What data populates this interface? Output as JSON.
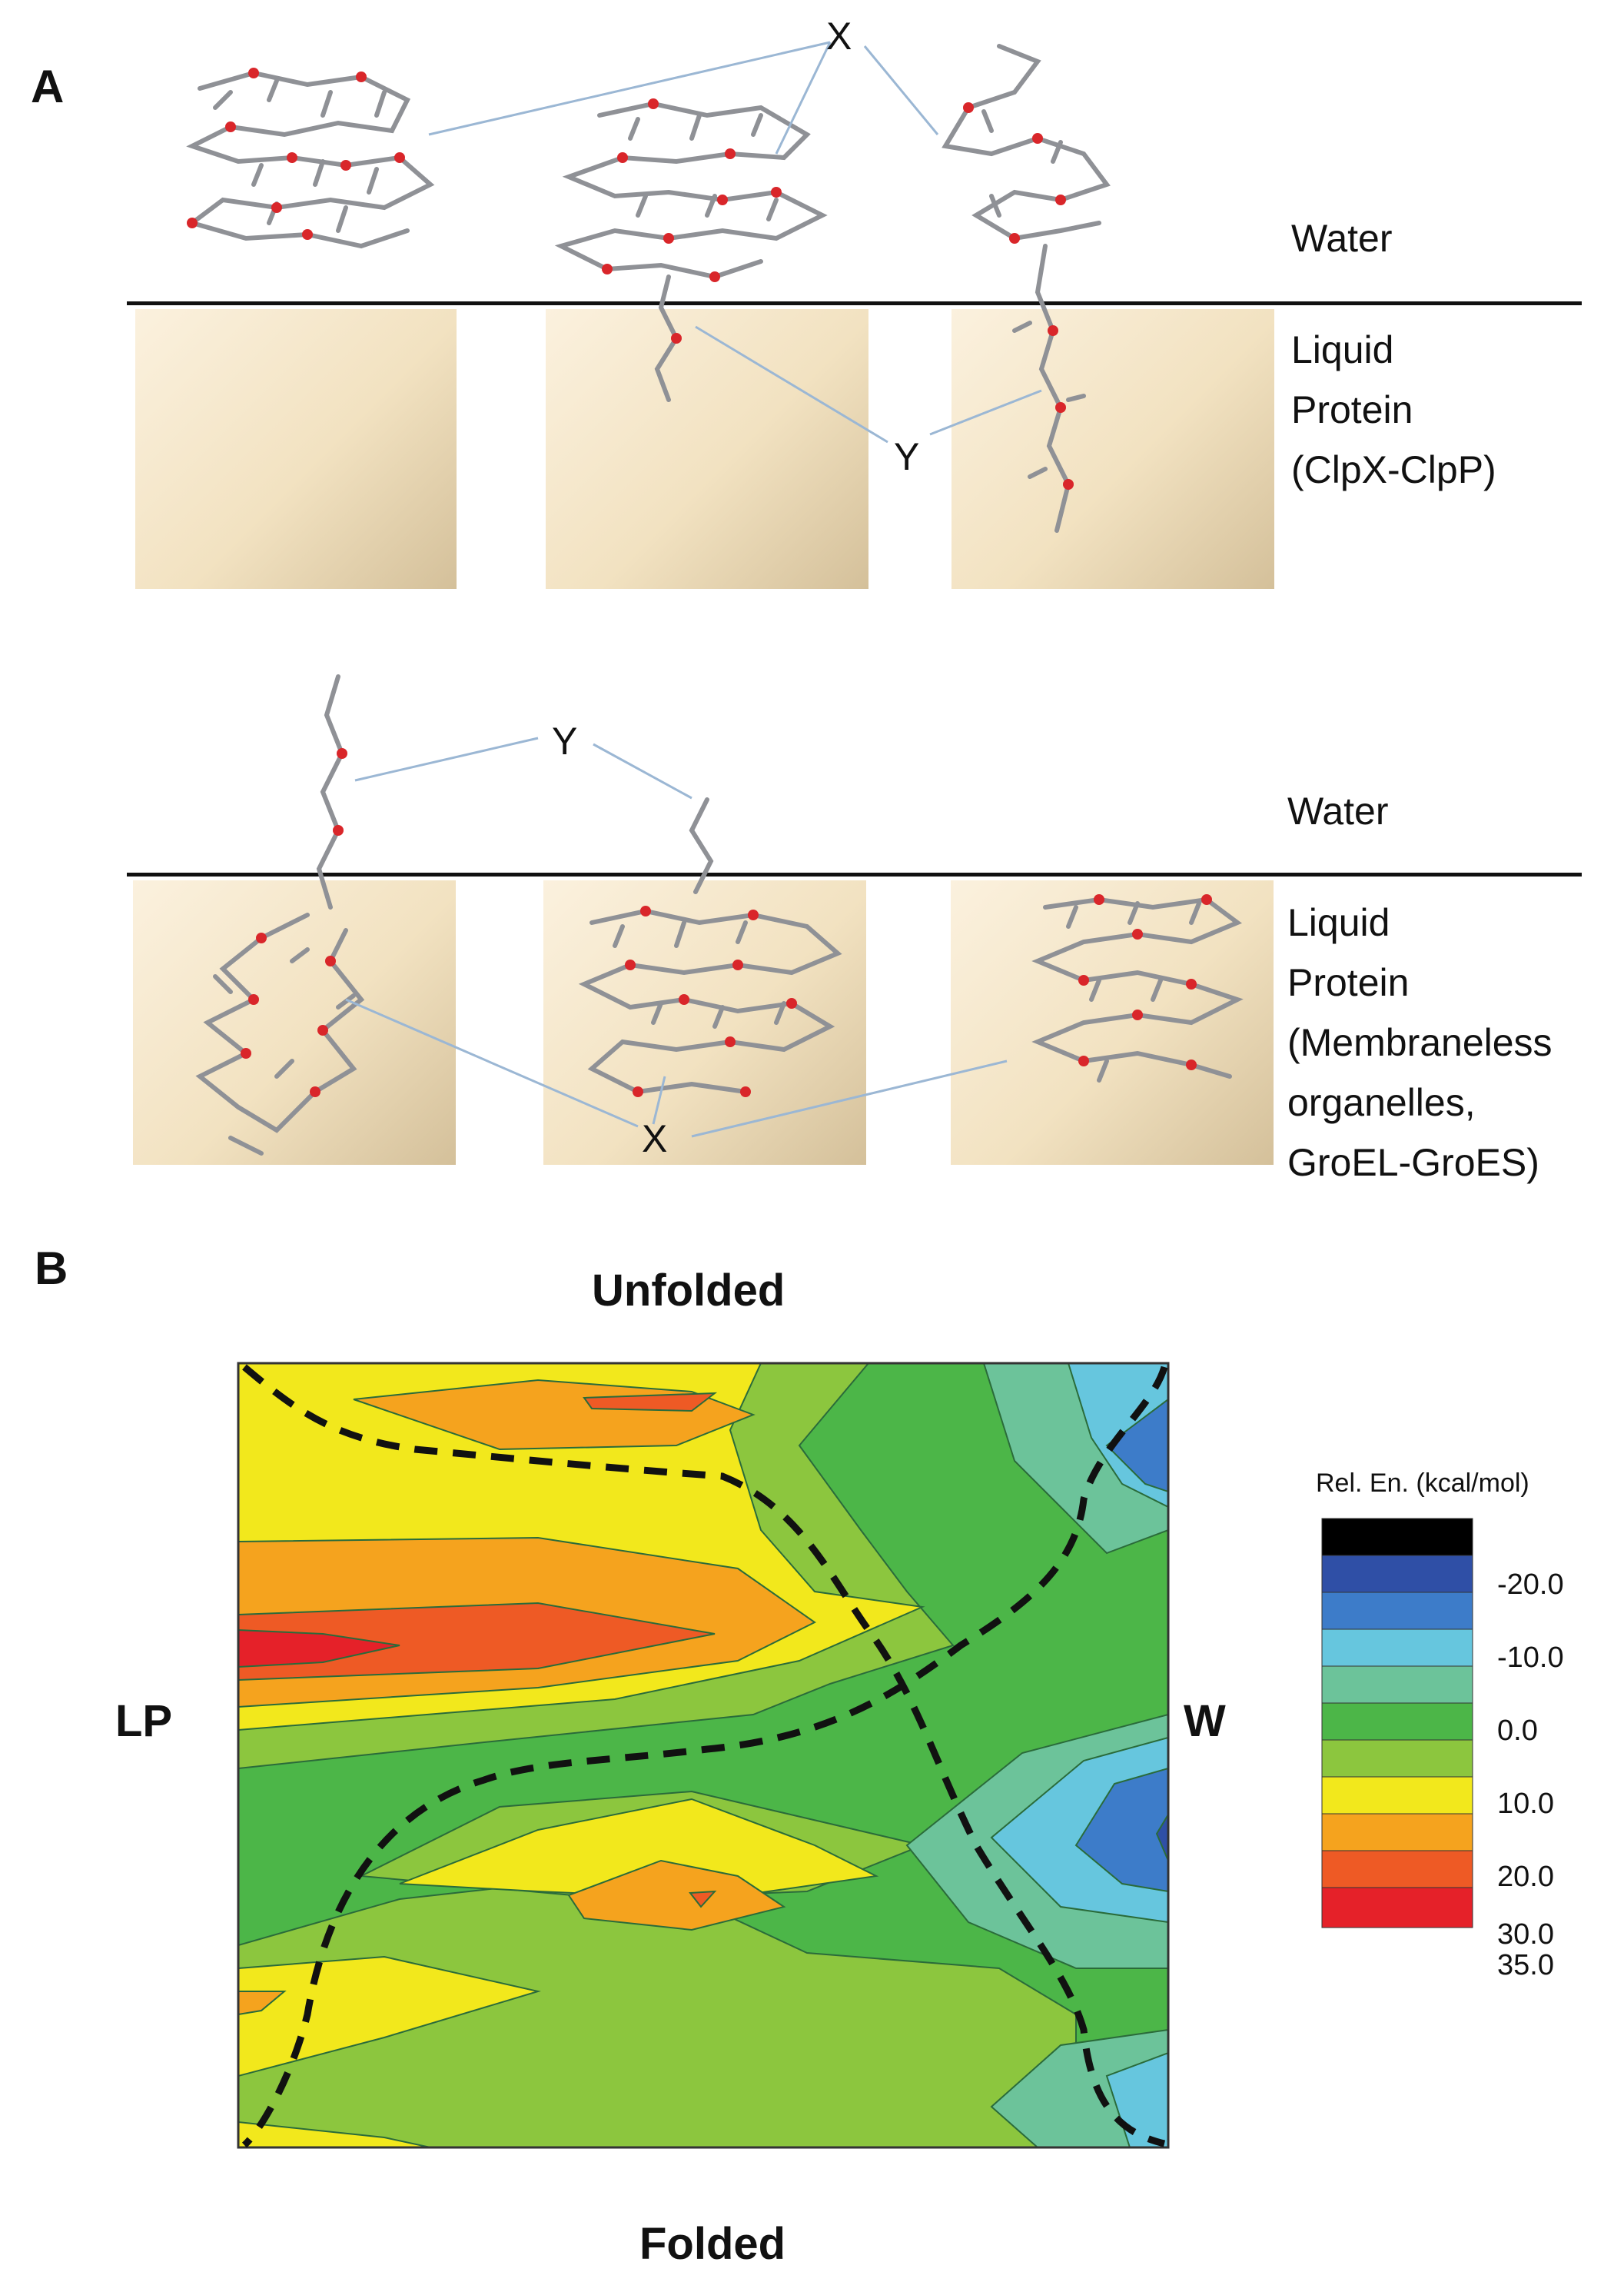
{
  "panel_a": {
    "letter": "A",
    "top": {
      "water_label": "Water",
      "phase_label": [
        "Liquid",
        "Protein",
        "(ClpX-ClpP)"
      ],
      "x_label": "X",
      "y_label": "Y"
    },
    "bottom": {
      "water_label": "Water",
      "phase_label": [
        "Liquid",
        "Protein",
        "(Membraneless",
        "organelles,",
        "GroEL-GroES)"
      ],
      "x_label": "X",
      "y_label": "Y"
    }
  },
  "panel_b": {
    "letter": "B",
    "top_label": "Unfolded",
    "bottom_label": "Folded",
    "left_label": "LP",
    "right_label": "W",
    "colorbar": {
      "title": "Rel. En. (kcal/mol)",
      "ticks": [
        "-20.0",
        "-10.0",
        "0.0",
        "10.0",
        "20.0",
        "30.0",
        "35.0"
      ],
      "colors": [
        "#000000",
        "#2f4fa6",
        "#3d7cc9",
        "#66c6de",
        "#6cc39a",
        "#4cb648",
        "#8cc63e",
        "#f2e81c",
        "#f5a31e",
        "#ee5a25",
        "#e52129"
      ]
    }
  },
  "chart_data": {
    "type": "heatmap",
    "title": "",
    "xlabel": "",
    "ylabel": "",
    "colorbar_title": "Rel. En. (kcal/mol)",
    "colorbar_ticks": [
      -20,
      -10,
      0,
      10,
      20,
      30,
      35
    ]
  }
}
